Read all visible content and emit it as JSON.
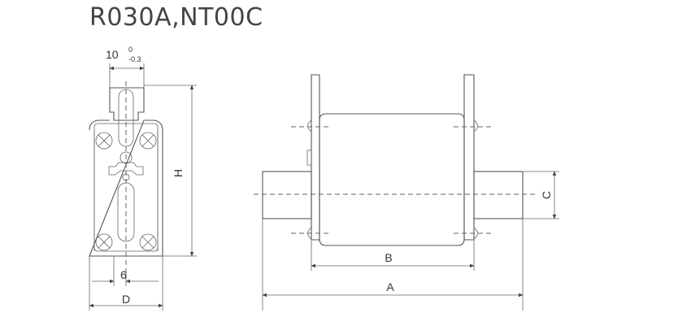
{
  "title": "R030A,NT00C",
  "dimensions": {
    "top_width": "10",
    "tol_upper": "0",
    "tol_lower": "-0.3",
    "height": "H",
    "bottom_offset": "6",
    "depth": "D",
    "body_length": "B",
    "overall_length": "A",
    "contact_height": "C"
  }
}
